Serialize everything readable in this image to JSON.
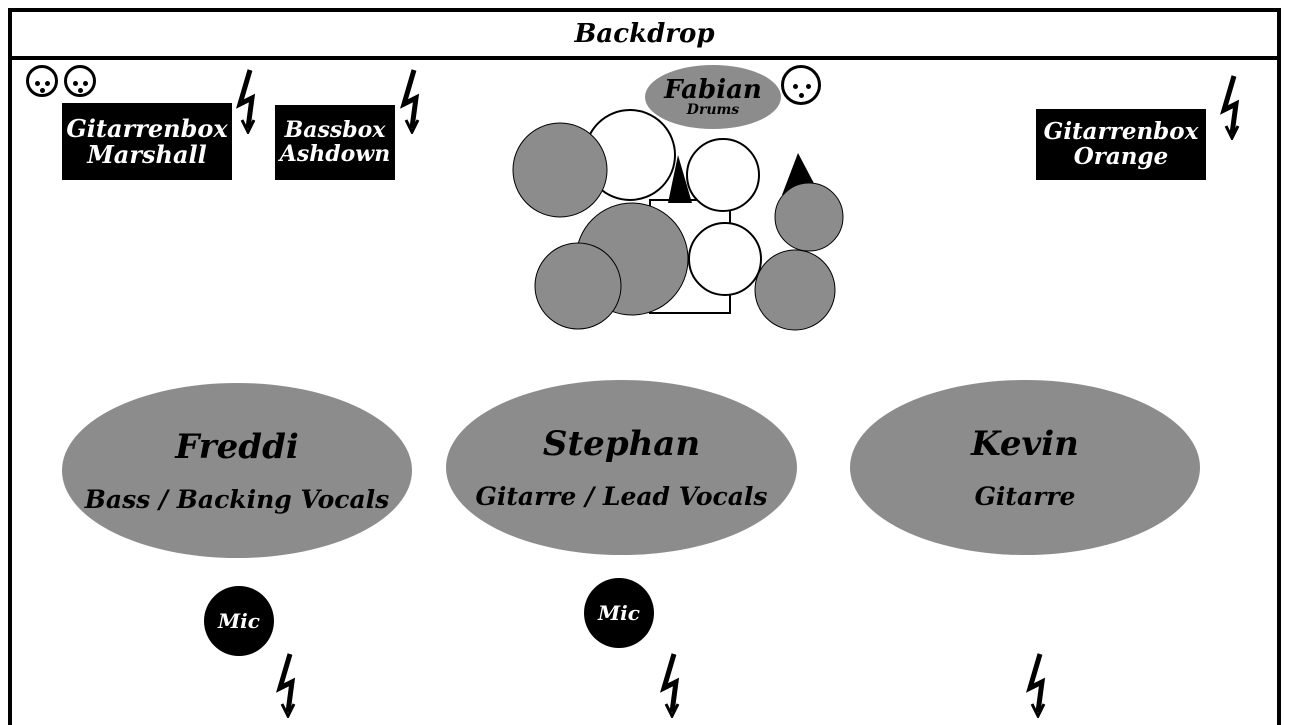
{
  "backdrop": {
    "label": "Backdrop"
  },
  "amps": {
    "marshall": {
      "line1": "Gitarrenbox",
      "line2": "Marshall"
    },
    "ashdown": {
      "line1": "Bassbox",
      "line2": "Ashdown"
    },
    "orange": {
      "line1": "Gitarrenbox",
      "line2": "Orange"
    }
  },
  "drummer": {
    "name": "Fabian",
    "role": "Drums"
  },
  "performers": [
    {
      "name": "Freddi",
      "role": "Bass / Backing Vocals"
    },
    {
      "name": "Stephan",
      "role": "Gitarre / Lead Vocals"
    },
    {
      "name": "Kevin",
      "role": "Gitarre"
    }
  ],
  "mics": [
    {
      "label": "Mic"
    },
    {
      "label": "Mic"
    }
  ],
  "colors": {
    "person_fill": "#8c8c8c",
    "drum_fill": "#8c8c8c",
    "box_fill": "#000000"
  }
}
